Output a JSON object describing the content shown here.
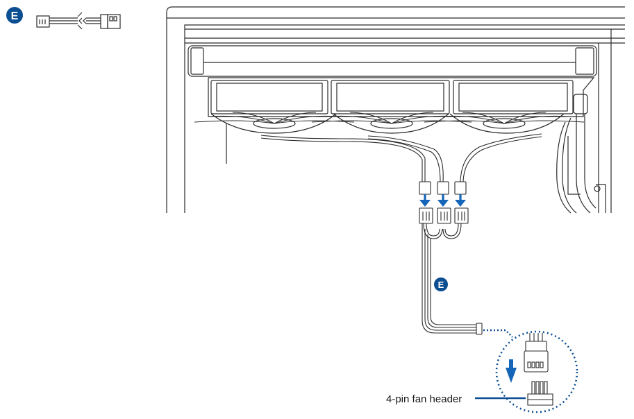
{
  "legend": {
    "badge_letter": "E",
    "item": "fan-splitter-cable-icon"
  },
  "cable_badge_letter": "E",
  "header_label": "4-pin fan header",
  "fan_count": 3,
  "colors": {
    "badge": "#0b4e91",
    "arrow": "#1565b8",
    "line": "#2a2a2a",
    "callout": "#0b4e91"
  }
}
